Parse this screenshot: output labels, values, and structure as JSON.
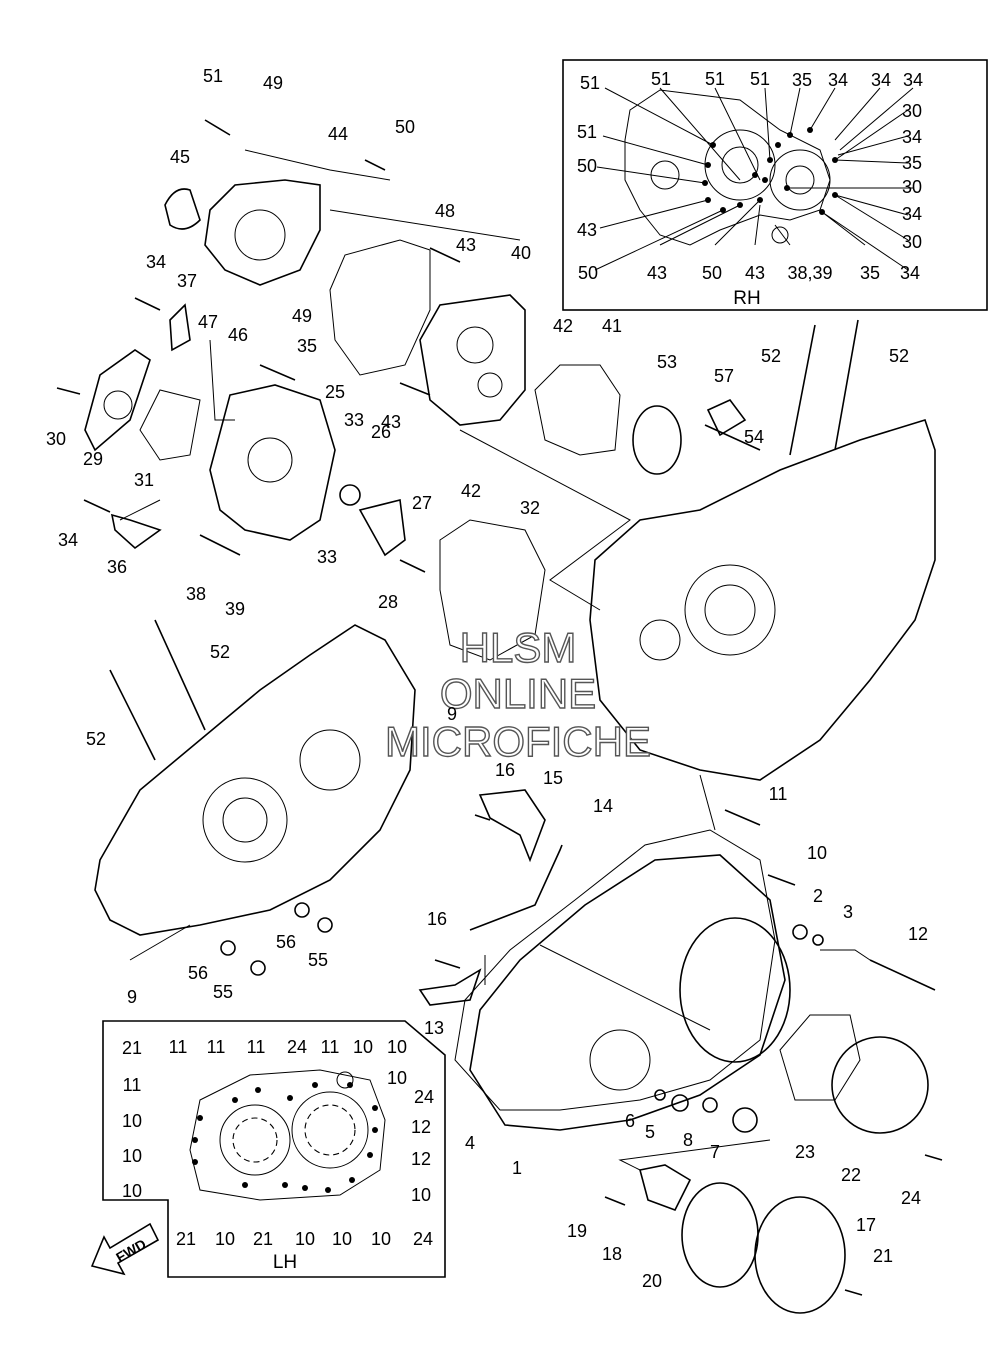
{
  "watermark": {
    "line1": "HLSM",
    "line2": "ONLINE",
    "line3": "MICROFICHE"
  },
  "insets": {
    "rh_label": "RH",
    "lh_label": "LH"
  },
  "fwd_label": "FWD",
  "callouts": [
    "51",
    "49",
    "44",
    "50",
    "45",
    "48",
    "43",
    "40",
    "34",
    "37",
    "47",
    "46",
    "49",
    "42",
    "41",
    "35",
    "30",
    "29",
    "31",
    "25",
    "33",
    "26",
    "43",
    "42",
    "53",
    "57",
    "54",
    "52",
    "52",
    "27",
    "34",
    "36",
    "33",
    "38",
    "39",
    "28",
    "32",
    "52",
    "52",
    "9",
    "16",
    "15",
    "14",
    "11",
    "10",
    "2",
    "3",
    "12",
    "16",
    "13",
    "4",
    "56",
    "55",
    "56",
    "55",
    "9",
    "6",
    "5",
    "8",
    "7",
    "1",
    "23",
    "22",
    "24",
    "19",
    "18",
    "20",
    "17",
    "21"
  ],
  "rh_callouts": [
    "51",
    "51",
    "51",
    "51",
    "35",
    "34",
    "34",
    "34",
    "30",
    "51",
    "34",
    "50",
    "35",
    "30",
    "43",
    "34",
    "50",
    "43",
    "50",
    "43",
    "38,39",
    "35",
    "34",
    "30"
  ],
  "lh_callouts": [
    "21",
    "11",
    "11",
    "11",
    "24",
    "11",
    "10",
    "10",
    "11",
    "10",
    "24",
    "10",
    "12",
    "10",
    "12",
    "10",
    "10",
    "21",
    "10",
    "21",
    "10",
    "10",
    "10",
    "24"
  ]
}
